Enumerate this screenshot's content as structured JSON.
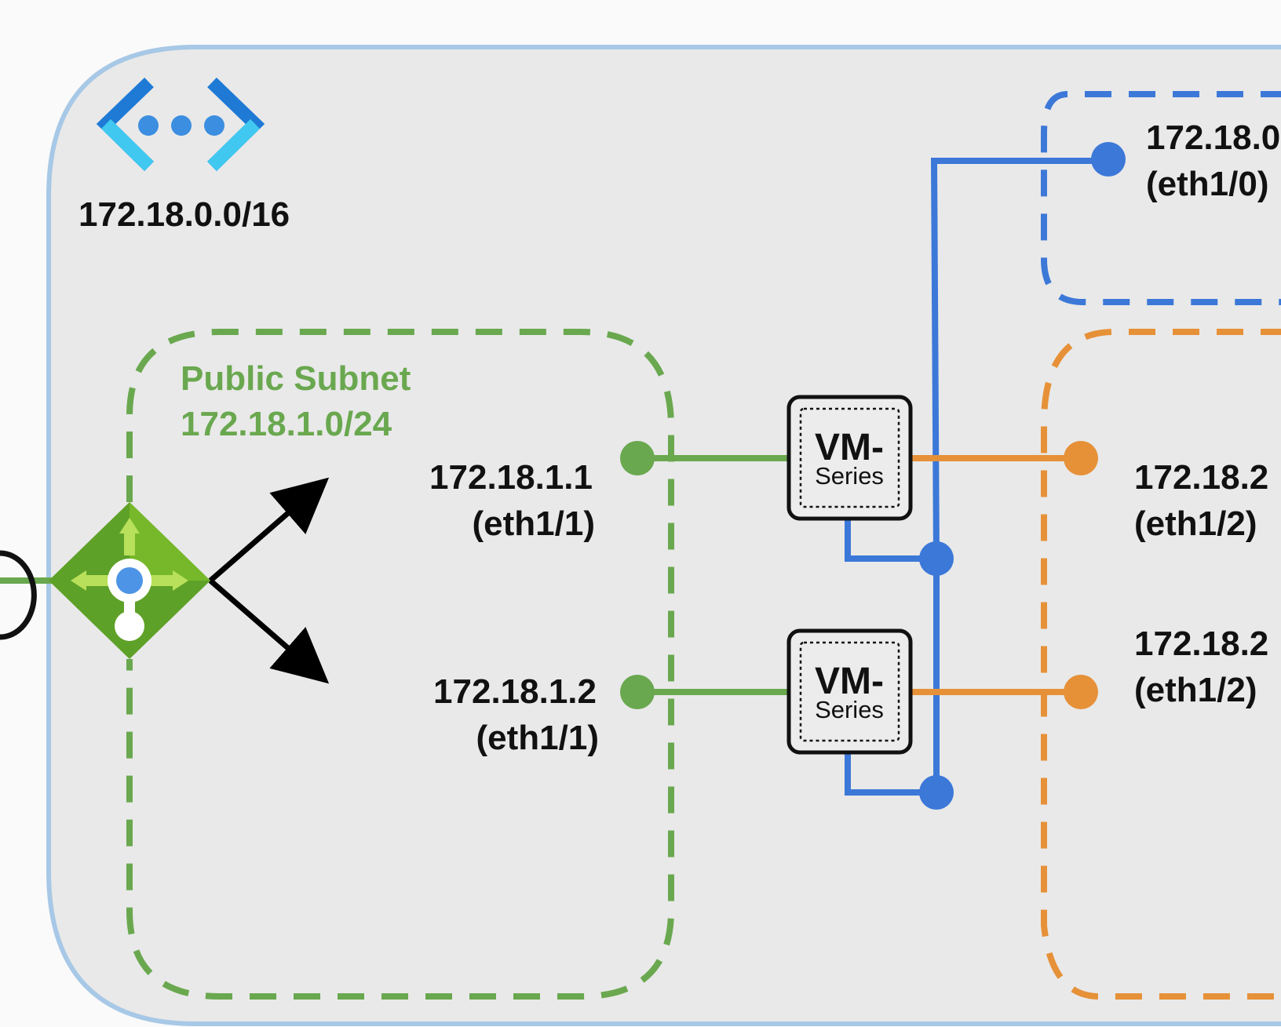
{
  "vnet": {
    "cidr": "172.18.0.0/16",
    "icon": "virtual-network-icon",
    "border_color": "#a7c8e6",
    "fill_color": "#e9e9e9"
  },
  "public_subnet": {
    "name": "Public Subnet",
    "cidr": "172.18.1.0/24",
    "color": "#6aa84f"
  },
  "mgmt_subnet": {
    "color": "#3c78d8",
    "nic": {
      "ip": "172.18.0",
      "iface": "(eth1/0)"
    }
  },
  "private_subnet": {
    "color": "#e69138",
    "nics": [
      {
        "ip": "172.18.2",
        "iface": "(eth1/2)"
      },
      {
        "ip": "172.18.2",
        "iface": "(eth1/2)"
      }
    ]
  },
  "firewalls": [
    {
      "label_top": "VM-",
      "label_bottom": "Series",
      "public_nic": {
        "ip": "172.18.1.1",
        "iface": "(eth1/1)"
      }
    },
    {
      "label_top": "VM-",
      "label_bottom": "Series",
      "public_nic": {
        "ip": "172.18.1.2",
        "iface": "(eth1/1)"
      }
    }
  ],
  "load_balancer": {
    "icon": "load-balancer-icon",
    "color": "#5ea128"
  }
}
